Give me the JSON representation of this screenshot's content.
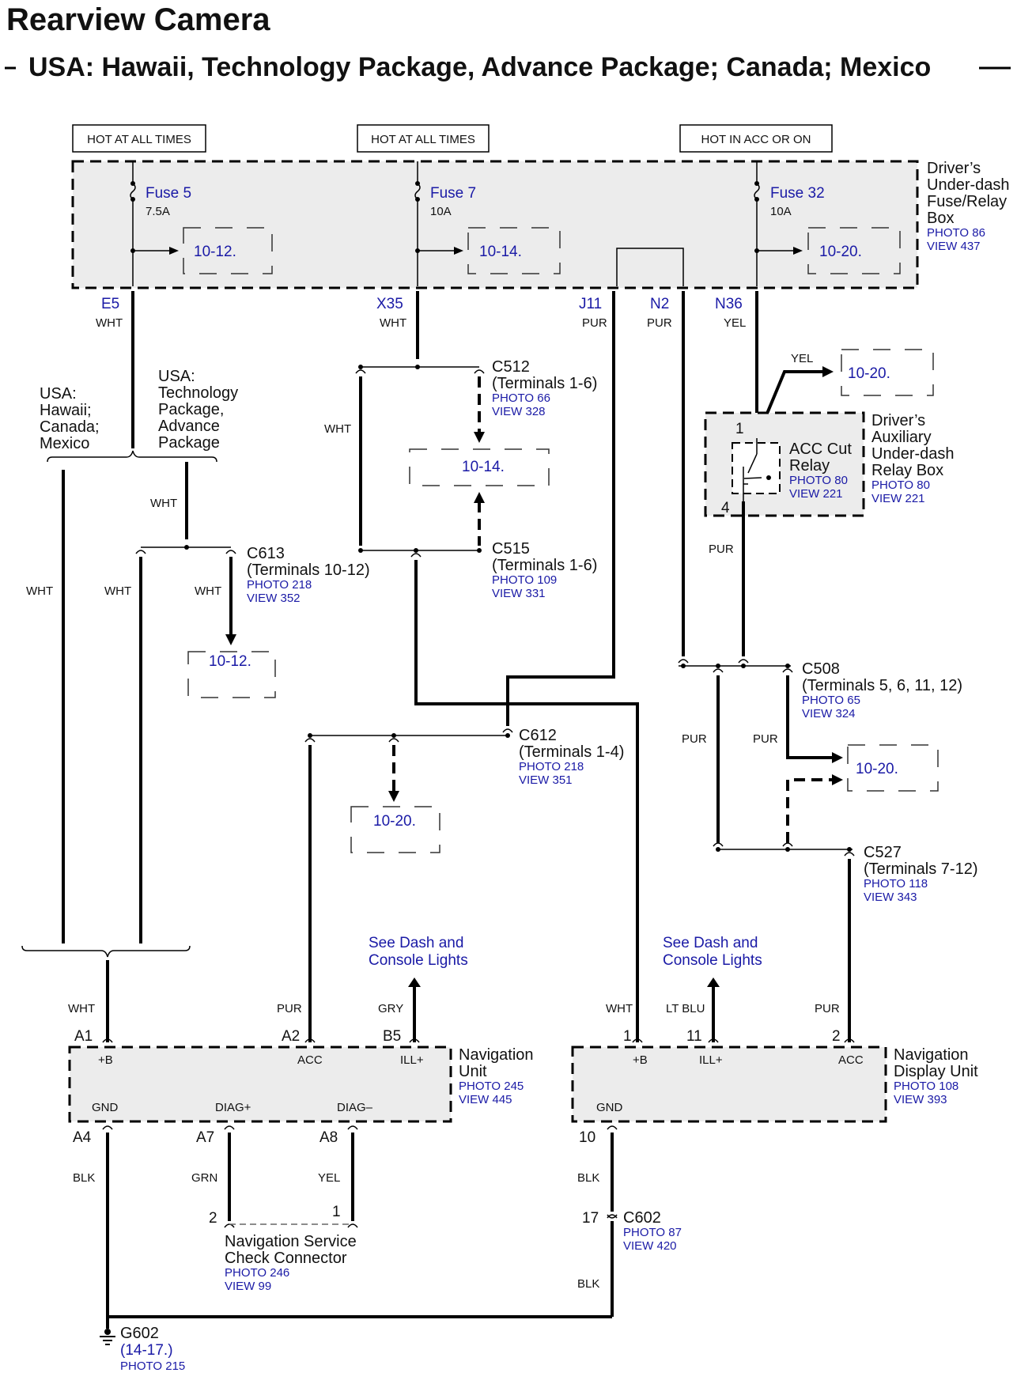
{
  "title": "Rearview Camera",
  "subtitle": "USA: Hawaii, Technology Package, Advance Package; Canada; Mexico",
  "power_labels": [
    "HOT AT ALL TIMES",
    "HOT AT ALL TIMES",
    "HOT IN ACC OR ON"
  ],
  "fuse_box": {
    "lines": [
      "Driver’s",
      "Under-dash",
      "Fuse/Relay",
      "Box"
    ],
    "photo": "PHOTO 86",
    "view": "VIEW 437"
  },
  "fuses": [
    {
      "name": "Fuse 5",
      "rating": "7.5A",
      "ref": "10-12."
    },
    {
      "name": "Fuse 7",
      "rating": "10A",
      "ref": "10-14."
    },
    {
      "name": "Fuse 32",
      "rating": "10A",
      "ref": "10-20."
    }
  ],
  "terminals": [
    "E5",
    "X35",
    "J11",
    "N2",
    "N36"
  ],
  "wire_colors": {
    "wht": "WHT",
    "pur": "PUR",
    "yel": "YEL",
    "gry": "GRY",
    "ltblu": "LT BLU",
    "blk": "BLK",
    "grn": "GRN"
  },
  "variant_left": [
    "USA:",
    "Hawaii;",
    "Canada;",
    "Mexico"
  ],
  "variant_right": [
    "USA:",
    "Technology",
    "Package,",
    "Advance",
    "Package"
  ],
  "connectors": {
    "c512": {
      "name": "C512",
      "terms": "(Terminals 1-6)",
      "photo": "PHOTO 66",
      "view": "VIEW 328"
    },
    "c515": {
      "name": "C515",
      "terms": "(Terminals 1-6)",
      "photo": "PHOTO 109",
      "view": "VIEW 331"
    },
    "c613": {
      "name": "C613",
      "terms": "(Terminals 10-12)",
      "photo": "PHOTO 218",
      "view": "VIEW 352"
    },
    "c612": {
      "name": "C612",
      "terms": "(Terminals 1-4)",
      "photo": "PHOTO 218",
      "view": "VIEW 351"
    },
    "c508": {
      "name": "C508",
      "terms": "(Terminals 5, 6, 11, 12)",
      "photo": "PHOTO 65",
      "view": "VIEW 324"
    },
    "c527": {
      "name": "C527",
      "terms": "(Terminals 7-12)",
      "photo": "PHOTO 118",
      "view": "VIEW 343"
    },
    "c602": {
      "name": "C602",
      "photo": "PHOTO 87",
      "view": "VIEW 420",
      "pin": "17"
    }
  },
  "refs": {
    "r1012": "10-12.",
    "r1014": "10-14.",
    "r1020": "10-20."
  },
  "relay": {
    "name": [
      "ACC Cut",
      "Relay"
    ],
    "photo": "PHOTO 80",
    "view": "VIEW 221",
    "pin1": "1",
    "pin4": "4"
  },
  "relay_box": {
    "lines": [
      "Driver’s",
      "Auxiliary",
      "Under-dash",
      "Relay Box"
    ],
    "photo": "PHOTO 80",
    "view": "VIEW 221"
  },
  "see_dash": [
    "See Dash and",
    "Console Lights"
  ],
  "nav_unit": {
    "lines": [
      "Navigation",
      "Unit"
    ],
    "photo": "PHOTO 245",
    "view": "VIEW 445",
    "pins_top": [
      "+B",
      "ACC",
      "ILL+"
    ],
    "pins_bottom": [
      "GND",
      "DIAG+",
      "DIAG–"
    ],
    "cav_top": [
      "A1",
      "A2",
      "B5"
    ],
    "cav_bottom": [
      "A4",
      "A7",
      "A8"
    ]
  },
  "nav_display": {
    "lines": [
      "Navigation",
      "Display Unit"
    ],
    "photo": "PHOTO 108",
    "view": "VIEW 393",
    "pins_top": [
      "+B",
      "ILL+",
      "ACC"
    ],
    "pin_bottom": "GND",
    "cav_top": [
      "1",
      "11",
      "2"
    ],
    "cav_bottom": "10"
  },
  "service_conn": {
    "lines": [
      "Navigation Service",
      "Check Connector"
    ],
    "photo": "PHOTO 246",
    "view": "VIEW 99",
    "pin2": "2",
    "pin1": "1"
  },
  "ground": {
    "name": "G602",
    "ref": "(14-17.)",
    "photo": "PHOTO 215"
  }
}
